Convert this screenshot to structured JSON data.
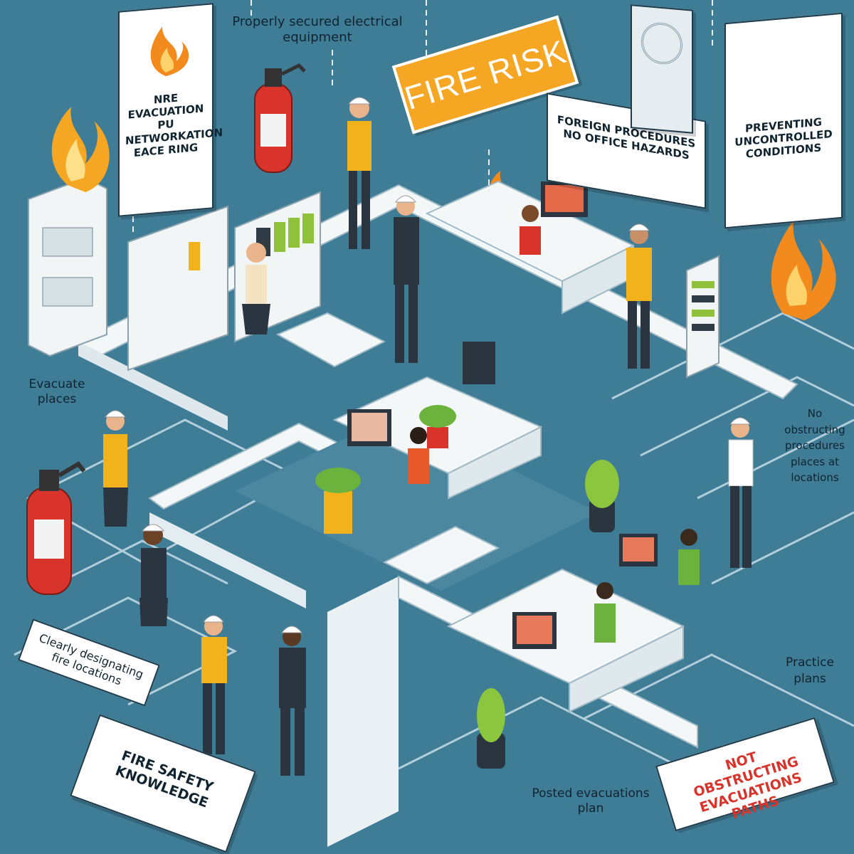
{
  "signs": {
    "fire_risk": "FIRE RISK",
    "fire_evacuation": "NRE EVACUATION PU NETWORKATION EACE RING",
    "preventing": "PREVENTING UNCONTROLLED CONDITIONS",
    "procedures": "FOREIGN PROCEDURES NO OFFICE HAZARDS",
    "not_obstructing": "NOT OBSTRUCTING EVACUATIONS PATHS",
    "fire_safety_knowledge": "FIRE SAFETY KNOWLEDGE"
  },
  "labels": {
    "properly_secured": "Properly secured electrical equipment",
    "evacuate_places": "Evacuate places",
    "no_obstructing": "No obstructing procedures places at locations",
    "clearly_designating": "Clearly designating fire locations",
    "practice_plans": "Practice plans",
    "posted_plan": "Posted evacuations plan"
  },
  "colors": {
    "background": "#3f7c96",
    "floor": "#4d8aa3",
    "wall": "#f4f7f8",
    "fire_orange": "#f5a623",
    "danger_red": "#d9342b",
    "safety_green": "#2e9a48",
    "shirt_yellow": "#f2b21b",
    "plant_green": "#6cb33e"
  },
  "icons": [
    "fire-icon",
    "fire-extinguisher-icon",
    "emergency-exit-icon",
    "hard-hat-icon",
    "computer-monitor-icon",
    "plant-icon",
    "cabinet-icon"
  ]
}
